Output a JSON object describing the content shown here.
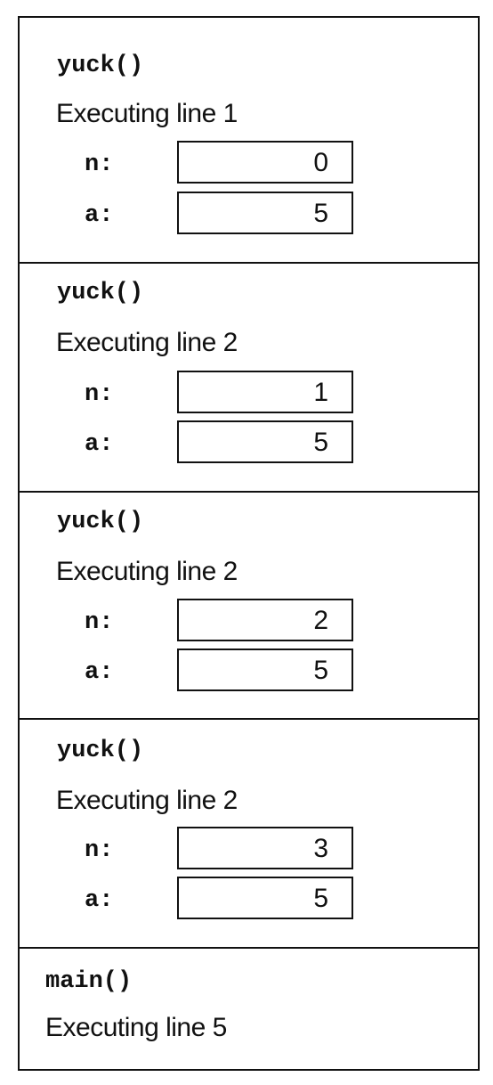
{
  "frames": [
    {
      "function": "yuck()",
      "status": "Executing line 1",
      "variables": [
        {
          "name": "n:",
          "value": "0"
        },
        {
          "name": "a:",
          "value": "5"
        }
      ]
    },
    {
      "function": "yuck()",
      "status": "Executing line 2",
      "variables": [
        {
          "name": "n:",
          "value": "1"
        },
        {
          "name": "a:",
          "value": "5"
        }
      ]
    },
    {
      "function": "yuck()",
      "status": "Executing line 2",
      "variables": [
        {
          "name": "n:",
          "value": "2"
        },
        {
          "name": "a:",
          "value": "5"
        }
      ]
    },
    {
      "function": "yuck()",
      "status": "Executing line 2",
      "variables": [
        {
          "name": "n:",
          "value": "3"
        },
        {
          "name": "a:",
          "value": "5"
        }
      ]
    },
    {
      "function": "main()",
      "status": "Executing line 5"
    }
  ]
}
